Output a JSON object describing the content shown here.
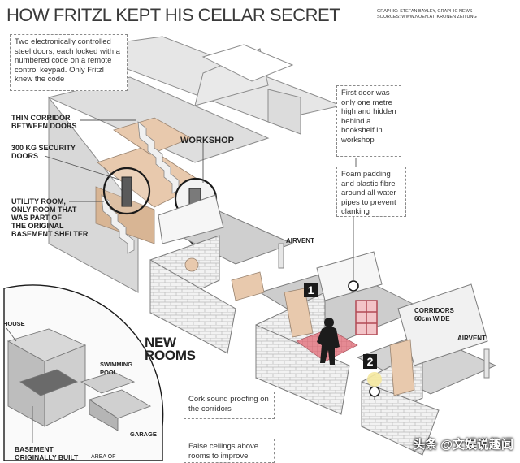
{
  "title": "HOW FRITZL KEPT HIS CELLAR SECRET",
  "credits": {
    "graphic": "GRAPHIC: STEFAN BAYLEY, GRAPHIC NEWS",
    "sources": "SOURCES: WWW.NOEN.AT, KRONEN ZEITUNG"
  },
  "callouts": {
    "doors": "Two electronically controlled steel doors, each locked with a numbered code on a remote control keypad. Only Fritzl knew the code",
    "first_door": "First door was only one metre high and hidden behind a bookshelf in workshop",
    "foam": "Foam padding and plastic fibre around all water pipes to prevent clanking",
    "cork": "Cork sound proofing on the corridors",
    "ceilings": "False ceilings above rooms to improve"
  },
  "labels": {
    "thin_corridor": "THIN CORRIDOR\nBETWEEN DOORS",
    "security_doors": "300 KG SECURITY\nDOORS",
    "utility_room": "UTILITY ROOM,\nONLY ROOM THAT\nWAS PART OF\nTHE ORIGINAL\nBASEMENT SHELTER",
    "workshop": "WORKSHOP",
    "airvent_1": "AIRVENT",
    "airvent_2": "AIRVENT",
    "corridors": "CORRIDORS\n60cm WIDE",
    "new_rooms": "NEW\nROOMS",
    "house": "HOUSE",
    "swimming_pool": "SWIMMING\nPOOL",
    "garage": "GARAGE",
    "basement": "BASEMENT\nORIGINALLY BUILT",
    "area_of": "AREA OF"
  },
  "markers": {
    "one": "1",
    "two": "2"
  },
  "watermark": "头条 @文娱说趣闻",
  "colors": {
    "tan": "#e8c9ad",
    "wall": "#f4f4f4",
    "brick": "#dcdcdc",
    "floor": "#cfcfcf",
    "pink": "#e58a93",
    "accent_dark": "#1a1a1a"
  }
}
